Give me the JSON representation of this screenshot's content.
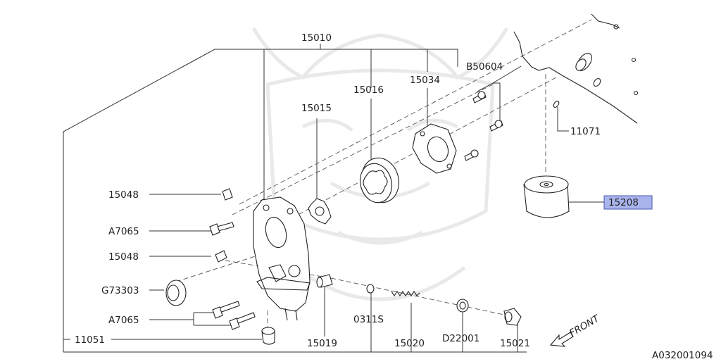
{
  "diagram": {
    "footer_code": "A032001094",
    "front_label": "FRONT",
    "highlight_color": "#a9b4ec",
    "callouts": {
      "c15010": "15010",
      "c15015": "15015",
      "c15016": "15016",
      "c15034": "15034",
      "cB50604": "B50604",
      "c11071": "11071",
      "c15208": "15208",
      "c15048a": "15048",
      "cA7065a": "A7065",
      "c15048b": "15048",
      "cG73303": "G73303",
      "cA7065b": "A7065",
      "c11051": "11051",
      "c15019": "15019",
      "c0311S": "0311S",
      "c15020": "15020",
      "cD22001": "D22001",
      "c15021": "15021"
    }
  }
}
